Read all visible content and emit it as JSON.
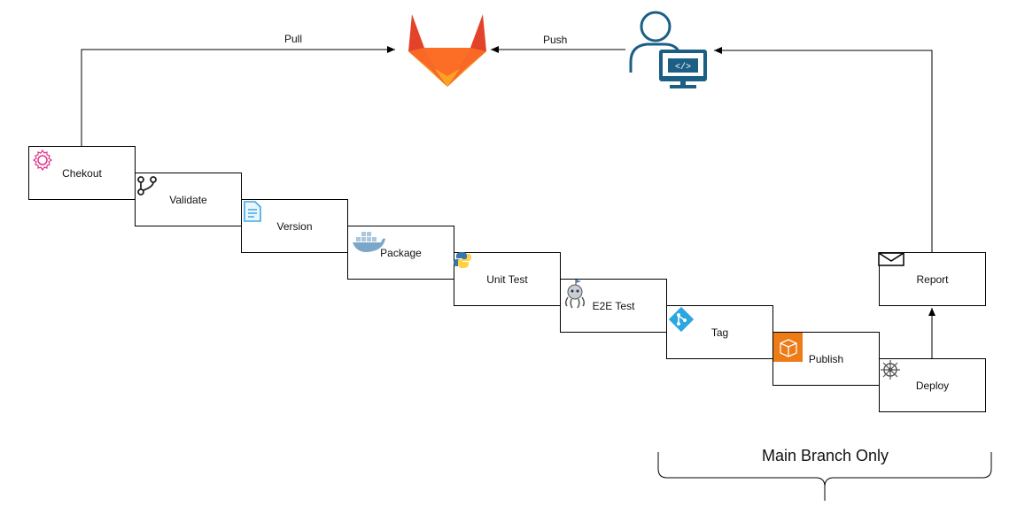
{
  "edges": {
    "pull_label": "Pull",
    "push_label": "Push"
  },
  "pipeline": {
    "steps": [
      {
        "id": "chekout",
        "label": "Chekout",
        "icon": "sync-gear-icon"
      },
      {
        "id": "validate",
        "label": "Validate",
        "icon": "git-branch-icon"
      },
      {
        "id": "version",
        "label": "Version",
        "icon": "document-icon"
      },
      {
        "id": "package",
        "label": "Package",
        "icon": "docker-icon"
      },
      {
        "id": "unit-test",
        "label": "Unit Test",
        "icon": "python-icon"
      },
      {
        "id": "e2e-test",
        "label": "E2E Test",
        "icon": "robot-octopus-icon"
      },
      {
        "id": "tag",
        "label": "Tag",
        "icon": "git-logo-icon"
      },
      {
        "id": "publish",
        "label": "Publish",
        "icon": "package-box-icon"
      },
      {
        "id": "deploy",
        "label": "Deploy",
        "icon": "helm-wheel-icon"
      },
      {
        "id": "report",
        "label": "Report",
        "icon": "envelope-icon"
      }
    ]
  },
  "nodes": {
    "gitlab": {
      "icon": "gitlab-logo-icon"
    },
    "developer": {
      "icon": "developer-workstation-icon"
    }
  },
  "annotation": {
    "main_branch_label": "Main Branch Only"
  },
  "colors": {
    "gitlab_dark": "#e24329",
    "gitlab_mid": "#fc6d26",
    "gitlab_light": "#fca326",
    "developer_blue": "#1b5f85",
    "gear_pink": "#e0338a",
    "doc_blue": "#3ea8e6",
    "git_blue": "#2aa6e0",
    "publish_orange": "#ed7b16"
  }
}
